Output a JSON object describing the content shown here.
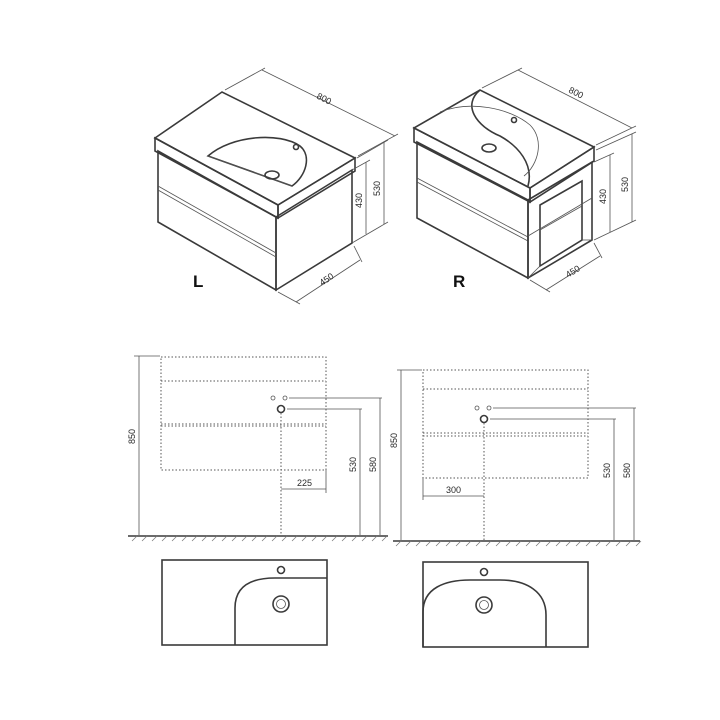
{
  "views": {
    "left_iso": {
      "variant_label": "L",
      "width": "800",
      "height_total": "530",
      "height_body": "430",
      "depth": "450"
    },
    "right_iso": {
      "variant_label": "R",
      "width": "800",
      "height_total": "530",
      "height_body": "430",
      "depth": "450"
    },
    "left_front": {
      "height_850": "850",
      "height_530": "530",
      "height_580": "580",
      "offset": "225"
    },
    "right_front": {
      "height_850": "850",
      "height_530": "530",
      "height_580": "580",
      "offset": "300"
    }
  },
  "colors": {
    "line": "#3a3a3a",
    "background": "#ffffff"
  }
}
